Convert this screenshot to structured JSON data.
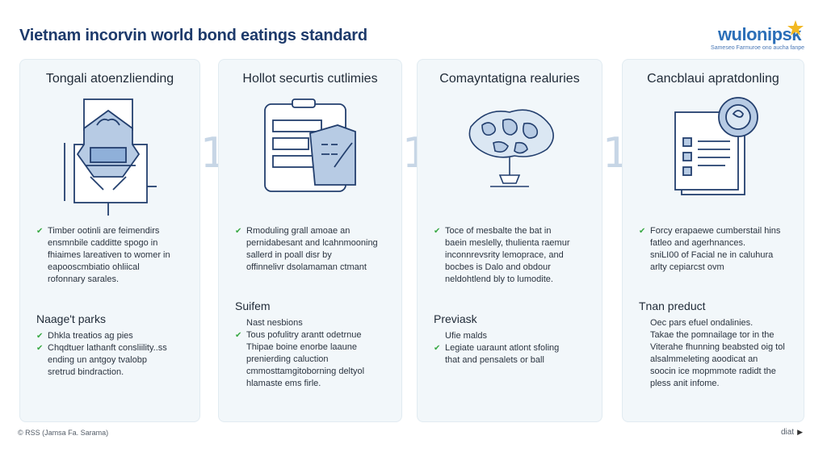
{
  "title": "Vietnam incorvin world bond eatings standard",
  "logo": {
    "word": "wulonipsk",
    "tagline": "Sameseo Farmuroe ono aucha fanpe"
  },
  "step_marker": "1",
  "cards": [
    {
      "title": "Tongali atoenzliending",
      "bullet_lines": [
        "Timber ootinli are feimendirs",
        "ensmnbile cadditte spogo in",
        "fhiaimes lareativen to womer in",
        "eapooscmbiatio ohliical",
        "rofonnary sarales."
      ],
      "section_title": "Naage't parks",
      "section_lines": [
        "Dhkla treatios ag pies",
        "Chqdtuer lathanft consliility..ss",
        "ending un antgoy tvalobp",
        "sretrud bindraction."
      ]
    },
    {
      "title": "Hollot securtis cutlimies",
      "bullet_lines": [
        "Rmoduling grall amoae an",
        "pernidabesant and lcahnmooning",
        "sallerd in poall disr by",
        "offinnelivr dsolamaman ctmant"
      ],
      "section_title": "Suifem",
      "section_lines": [
        "Nast nesbions",
        "Tous pofulitry arantt odetrnue",
        "Thipae boine enorbe laaune",
        "prenierding caluction",
        "cmmosttamgitoborning deltyol",
        "hlamaste ems firle."
      ]
    },
    {
      "title": "Comayntatigna realuries",
      "bullet_lines": [
        "Toce of mesbalte the bat in",
        "baein meslelly, thulienta raemur",
        "inconnrevsrity lemoprace, and",
        "bocbes is Dalo and obdour",
        "neldohtlend bly to lumodite."
      ],
      "section_title": "Previask",
      "section_lines": [
        "Ufie malds",
        "Legiate uaraunt atlont sfoling",
        "that and pensalets or ball"
      ]
    },
    {
      "title": "Cancblaui apratdonling",
      "bullet_lines": [
        "Forcy erapaewe cumberstail hins",
        "fatleo and agerhnances.",
        "sniLI00 of Facial ne in caluhura",
        "arlty cepiarcst ovm"
      ],
      "section_title": "Tnan preduct",
      "section_lines": [
        "Oec pars efuel ondalinies.",
        "Takae the pomnailage tor in the",
        "Viterahe fhunning beabsted oig tol",
        "alsalmmeleting aoodicat an",
        "soocin ice mopmmote radidt the",
        "pless anit infome."
      ]
    }
  ],
  "footer": {
    "left": "© RSS (Jamsa Fa. Sarama)",
    "right": "diat"
  },
  "colors": {
    "title": "#1d3a6b",
    "card_bg": "#f2f7fa",
    "check": "#38a843",
    "icon_stroke": "#233f6e",
    "icon_fill": "#b7cbe4"
  },
  "icons": [
    "house-document-icon",
    "folder-chart-icon",
    "world-map-globe-icon",
    "certificate-seal-icon"
  ]
}
